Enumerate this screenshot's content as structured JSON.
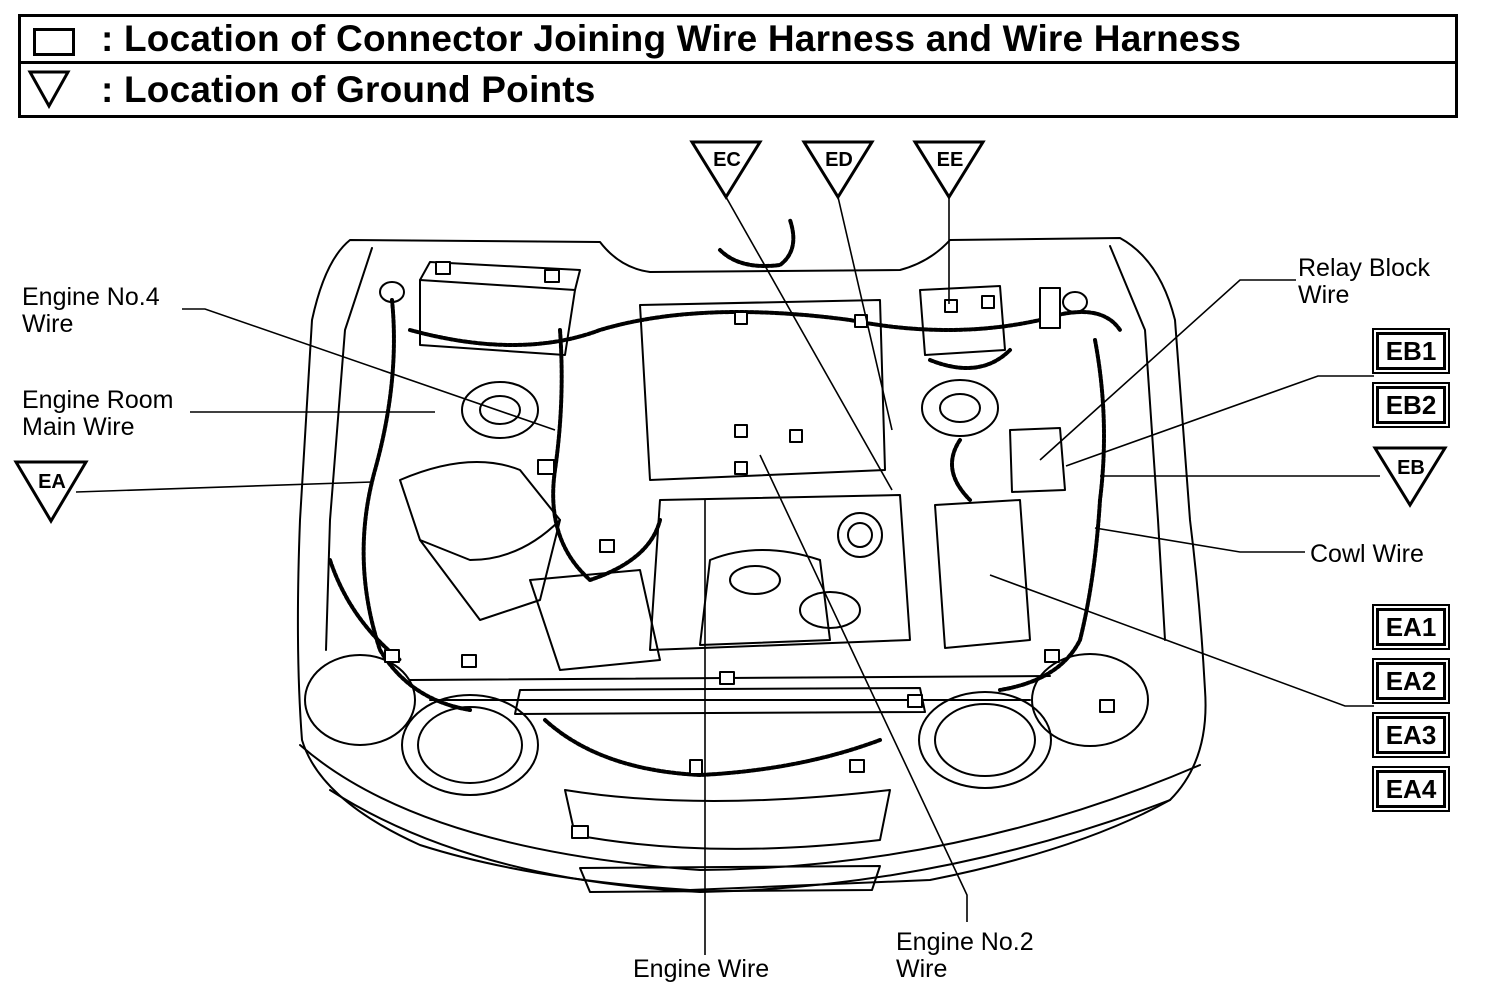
{
  "legend": {
    "connector_text": ": Location of Connector Joining Wire Harness and Wire Harness",
    "ground_text": ": Location of Ground Points",
    "connector_symbol": "open-rectangle",
    "ground_symbol": "inverted-triangle"
  },
  "ground_points": {
    "ec": "EC",
    "ed": "ED",
    "ee": "EE",
    "ea": "EA",
    "eb": "EB"
  },
  "connectors": {
    "eb1": "EB1",
    "eb2": "EB2",
    "ea1": "EA1",
    "ea2": "EA2",
    "ea3": "EA3",
    "ea4": "EA4"
  },
  "wire_labels": {
    "engine_no4": "Engine No.4\nWire",
    "engine_room_main": "Engine Room\nMain Wire",
    "relay_block": "Relay Block\nWire",
    "cowl": "Cowl Wire",
    "engine": "Engine Wire",
    "engine_no2": "Engine No.2\nWire"
  }
}
